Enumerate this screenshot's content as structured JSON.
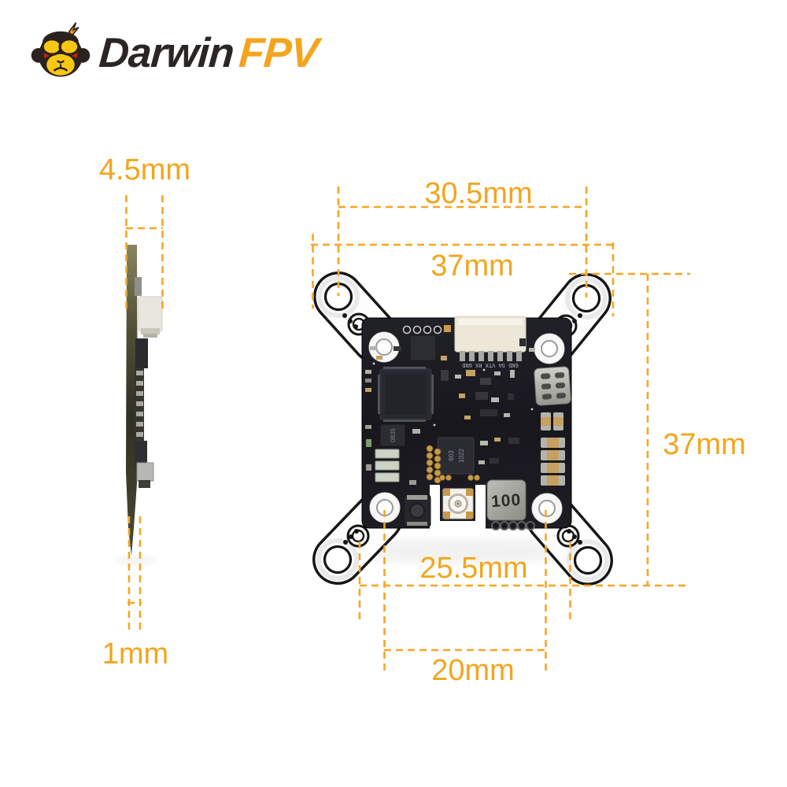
{
  "page": {
    "background": "#ffffff"
  },
  "colors": {
    "accent_line": "#F6A623",
    "accent_text": "#F2A51E",
    "logo_orange": "#F5A41D",
    "logo_dark": "#2B2523",
    "board_dark": "#1a1a20"
  },
  "logo": {
    "brand": "Darwin",
    "suffix": "FPV"
  },
  "side_view": {
    "dim_component_height": "4.5mm",
    "dim_board_thickness": "1mm"
  },
  "top_view": {
    "dim_hole_pitch_top": "30.5mm",
    "dim_board_width": "37mm",
    "dim_board_height": "37mm",
    "dim_hole_pitch_bottom": "25.5mm",
    "dim_hole_pitch_inner": "20mm"
  },
  "board": {
    "inductor_marking": "100",
    "pin_labels": "GND 5A VTX RX GND",
    "chip_marking": "0835",
    "vtx_marking_top": "603",
    "vtx_marking_bottom": "1022"
  }
}
